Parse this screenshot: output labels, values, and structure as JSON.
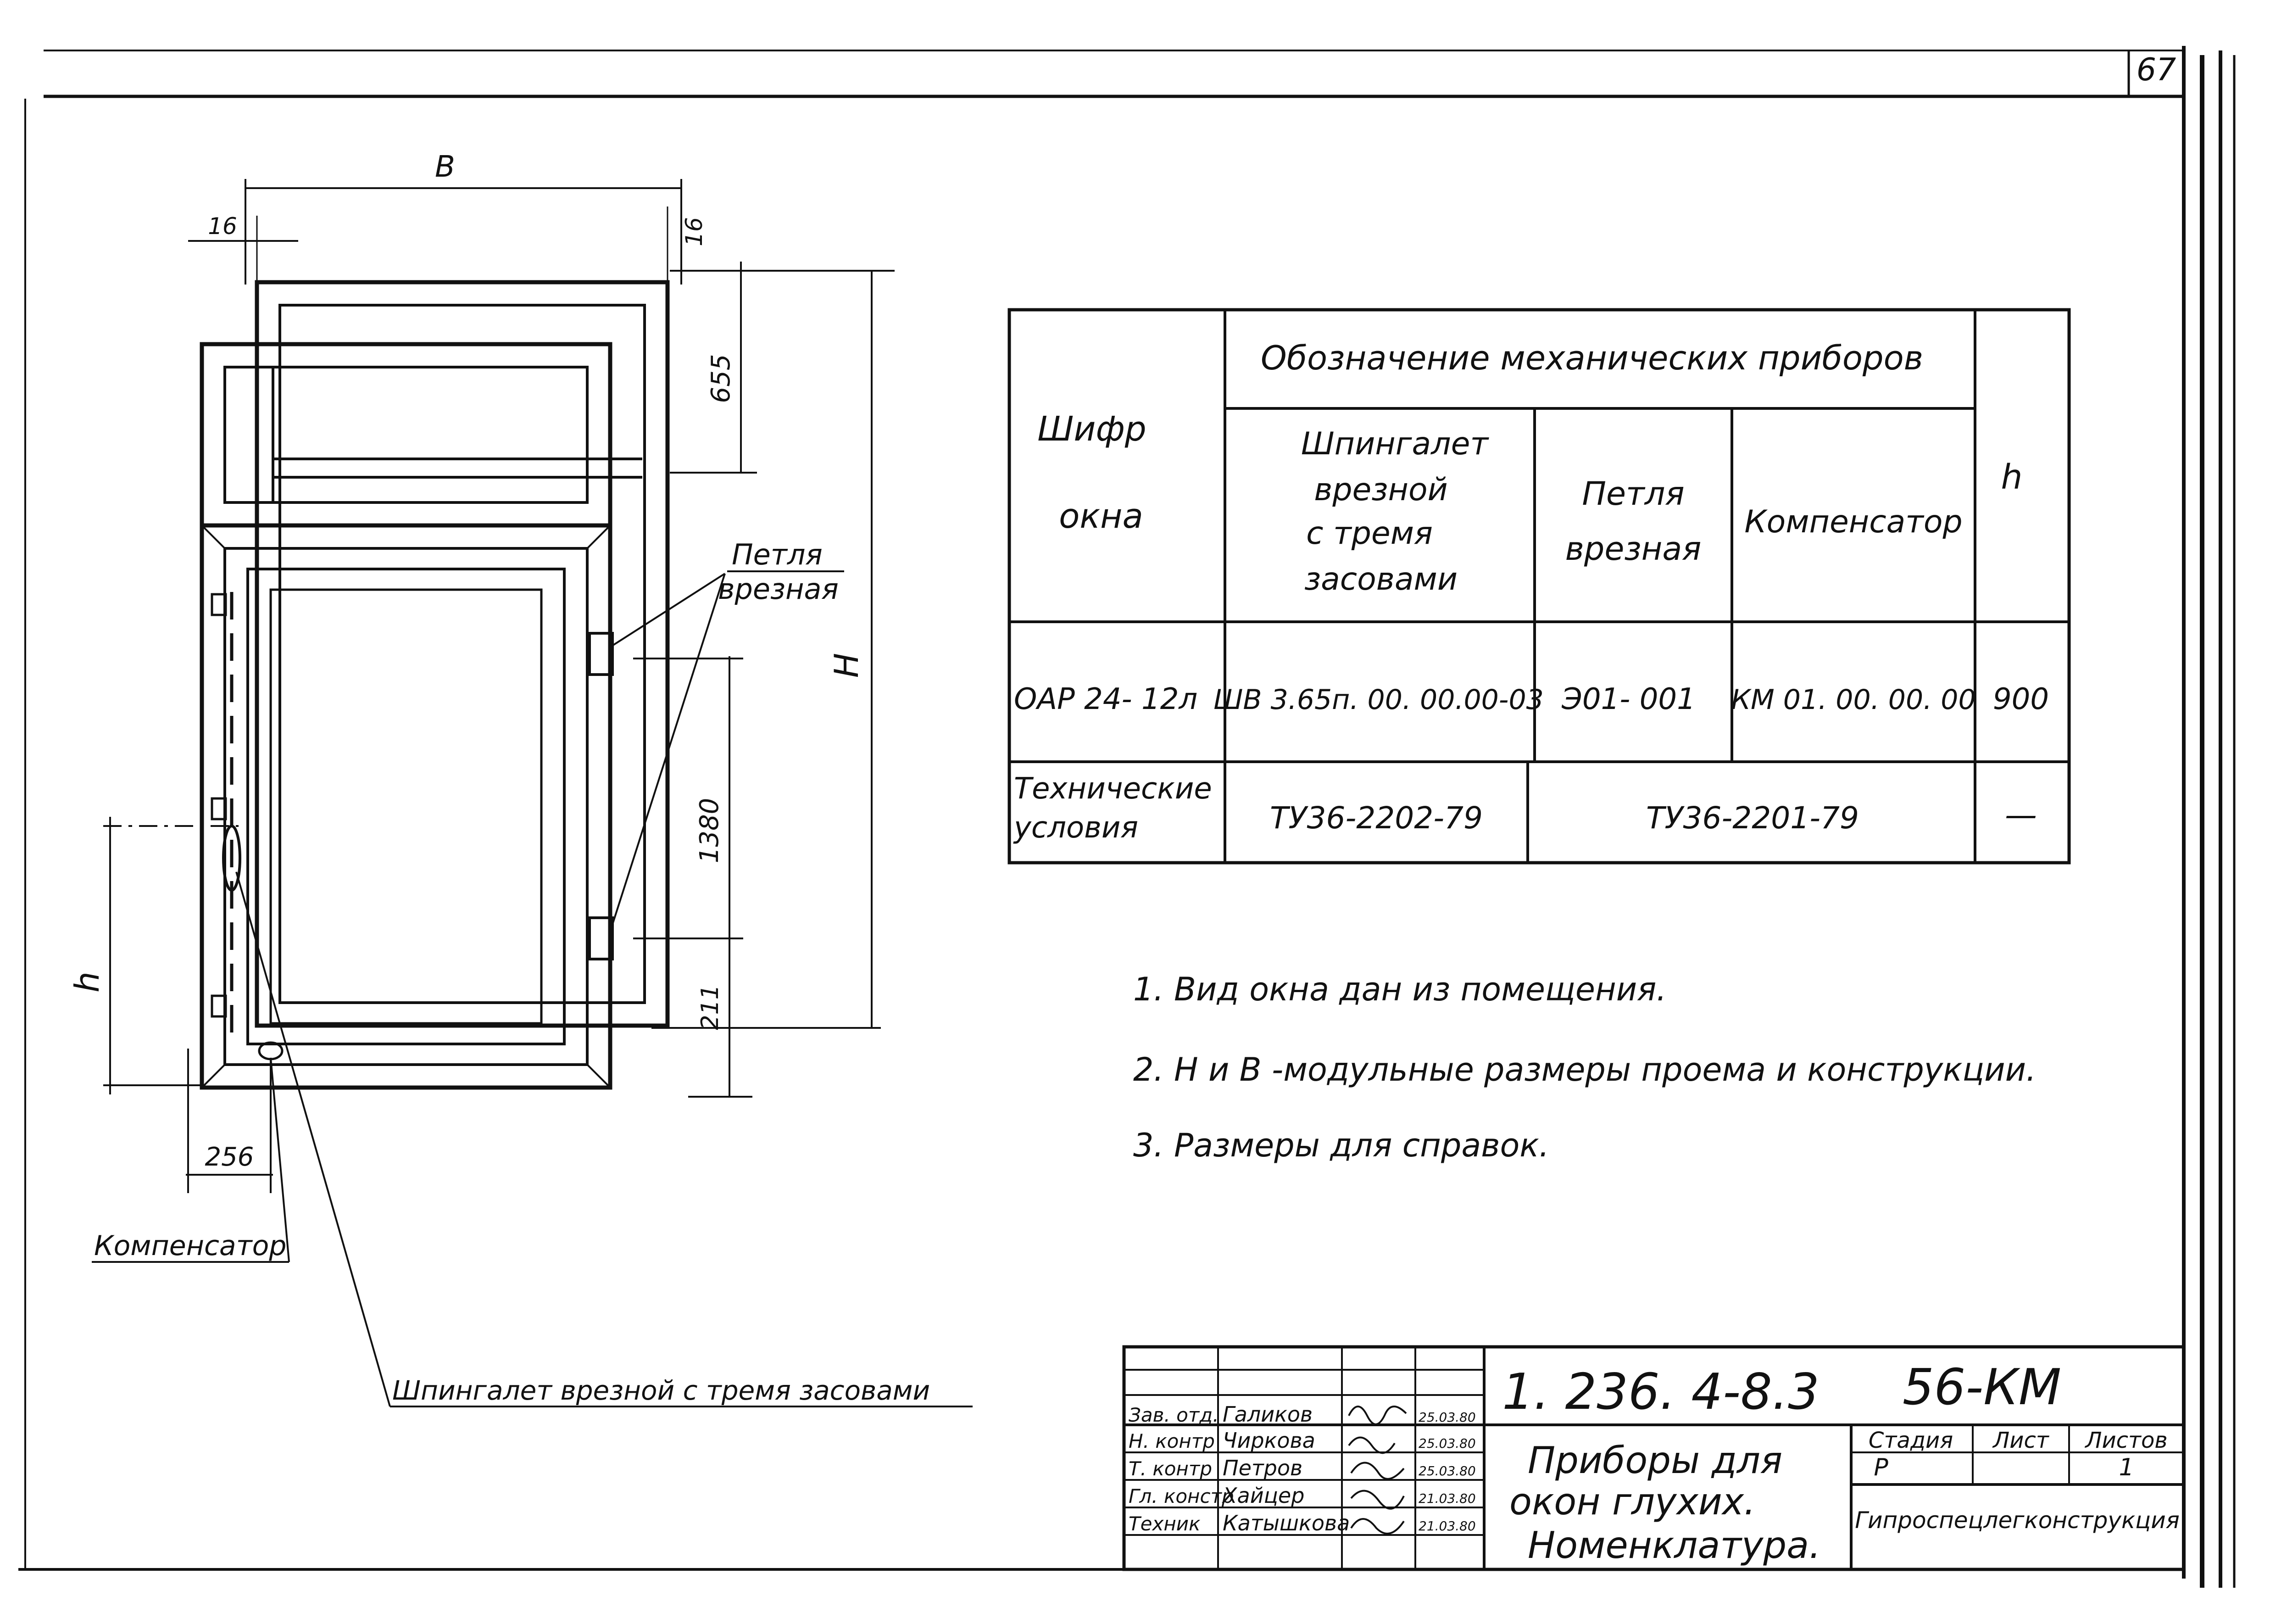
{
  "sheet_number": "67",
  "drawing": {
    "dim_width_label": "B",
    "dim_height_label": "H",
    "dim_handle_label": "h",
    "dim_frame_left": "16",
    "dim_frame_right": "16",
    "dim_top_panel": "655",
    "dim_sash": "1380",
    "dim_bottom": "211",
    "dim_handle_offset": "256",
    "callout_hinge_line1": "Петля",
    "callout_hinge_line2": "врезная",
    "callout_compensator": "Компенсатор",
    "callout_latch": "Шпингалет врезной с тремя засовами"
  },
  "table": {
    "header_group": "Обозначение механических приборов",
    "col_cipher_line1": "Шифр",
    "col_cipher_line2": "окна",
    "col_latch_line1": "Шпингалет",
    "col_latch_line2": "врезной",
    "col_latch_line3": "с тремя",
    "col_latch_line4": "засовами",
    "col_hinge_line1": "Петля",
    "col_hinge_line2": "врезная",
    "col_compensator": "Компенсатор",
    "col_h": "h",
    "row1_cipher": "ОАР 24- 12л",
    "row1_latch": "ШВ 3.65п. 00. 00.00-03",
    "row1_hinge": "Э01- 001",
    "row1_compensator": "КМ 01. 00. 00. 00",
    "row1_h": "900",
    "row2_label_line1": "Технические",
    "row2_label_line2": "условия",
    "row2_latch_spec": "ТУ36-2202-79",
    "row2_common_spec": "ТУ36-2201-79",
    "row2_h": "—"
  },
  "notes": [
    "1. Вид окна дан из помещения.",
    "2. Н и В -модульные размеры проема и конструкции.",
    "3. Размеры для справок."
  ],
  "title_block": {
    "doc_code": "1. 236. 4-8.3",
    "doc_code_suffix": "56-КМ",
    "title_line1": "Приборы для",
    "title_line2": "окон глухих.",
    "title_line3": "Номенклатура.",
    "stage_label": "Стадия",
    "sheet_label": "Лист",
    "sheets_label": "Листов",
    "stage_value": "Р",
    "sheet_value": "",
    "sheets_value": "1",
    "organization": "Гипроспецлегконструкция",
    "signatures": [
      {
        "role": "Зав. отд.",
        "name": "Галиков",
        "date": "25.03.80"
      },
      {
        "role": "Н. контр",
        "name": "Чиркова",
        "date": "25.03.80"
      },
      {
        "role": "Т. контр",
        "name": "Петров",
        "date": "25.03.80"
      },
      {
        "role": "Гл. констр",
        "name": "Хайцер",
        "date": "21.03.80"
      },
      {
        "role": "Техник",
        "name": "Катышкова",
        "date": "21.03.80"
      }
    ]
  }
}
